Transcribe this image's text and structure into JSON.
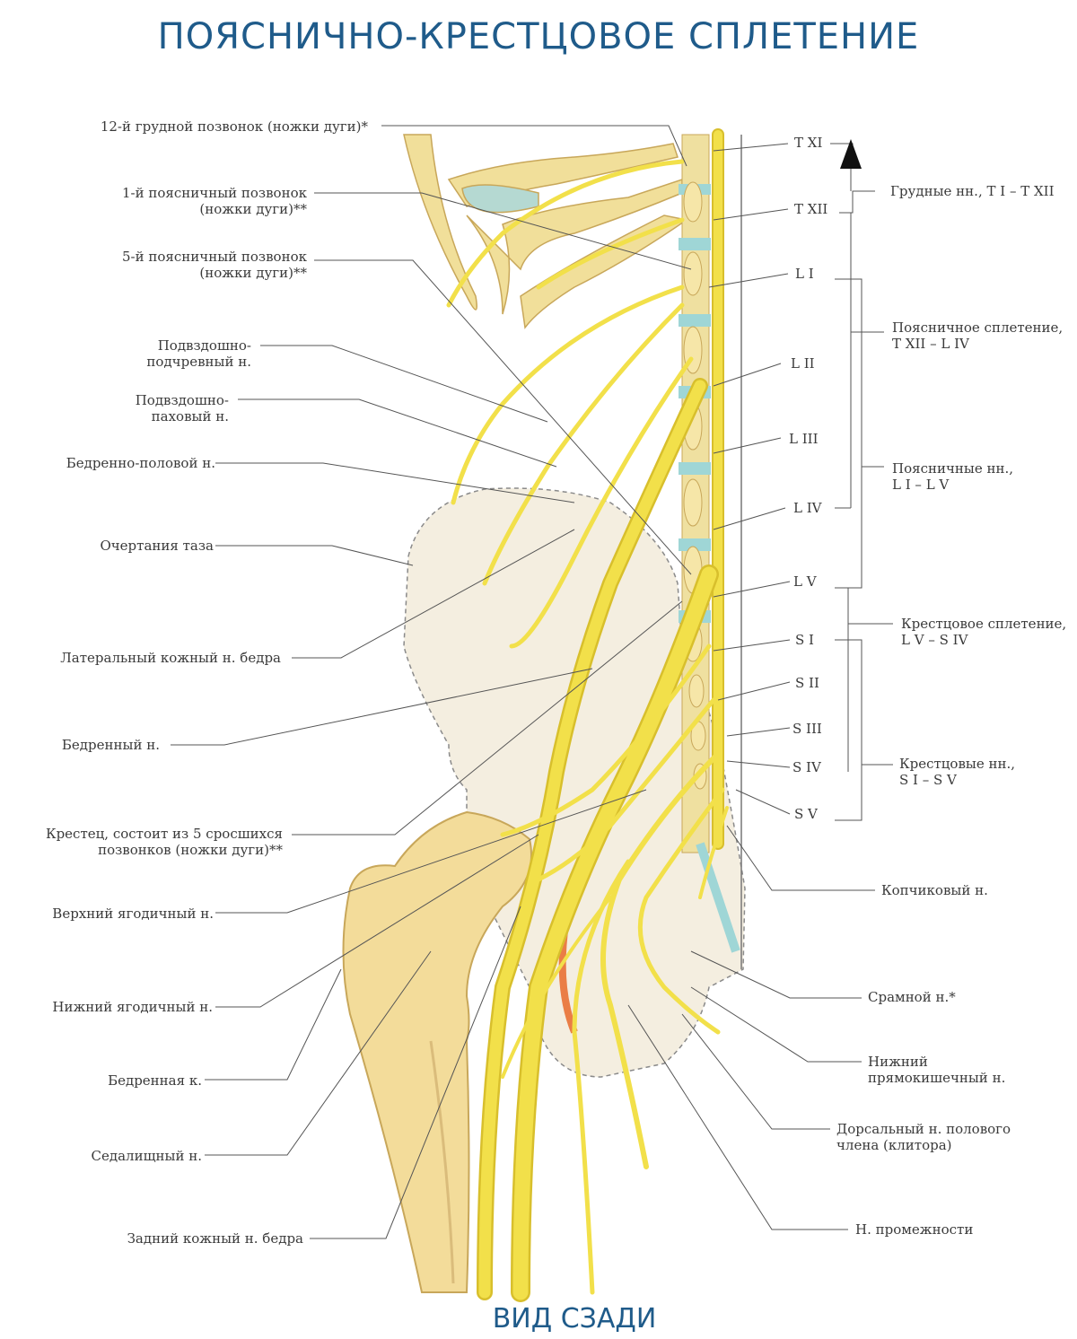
{
  "title": "ПОЯСНИЧНО-КРЕСТЦОВОЕ СПЛЕТЕНИЕ",
  "subtitle": "ВИД СЗАДИ",
  "left_labels": [
    [
      "12-й грудной позвонок (ножки дуги)*"
    ],
    [
      "1-й поясничный позвонок",
      "(ножки дуги)**"
    ],
    [
      "5-й поясничный позвонок",
      "(ножки дуги)**"
    ],
    [
      "Подвздошно-",
      "подчревный н."
    ],
    [
      "Подвздошно-",
      "паховый н."
    ],
    [
      "Бедренно-половой н."
    ],
    [
      "Очертания таза"
    ],
    [
      "Латеральный кожный н. бедра"
    ],
    [
      "Бедренный н."
    ],
    [
      "Крестец, состоит из 5 сросшихся",
      "позвонков (ножки дуги)**"
    ],
    [
      "Верхний ягодичный н."
    ],
    [
      "Нижний ягодичный н."
    ],
    [
      "Бедренная к."
    ],
    [
      "Седалищный н."
    ],
    [
      "Задний кожный н. бедра"
    ]
  ],
  "segments": [
    "T XI",
    "T XII",
    "L I",
    "L II",
    "L III",
    "L IV",
    "L V",
    "S I",
    "S II",
    "S III",
    "S IV",
    "S V"
  ],
  "groups": [
    [
      "Грудные нн., T I – T XII"
    ],
    [
      "Поясничное сплетение,",
      "T XII – L IV"
    ],
    [
      "Поясничные нн.,",
      "L I – L V"
    ],
    [
      "Крестцовое сплетение,",
      "L V – S IV"
    ],
    [
      "Крестцовые нн.,",
      "S I – S V"
    ]
  ],
  "right_labels": [
    [
      "Копчиковый н."
    ],
    [
      "Срамной н.*"
    ],
    [
      "Нижний",
      "прямокишечный н."
    ],
    [
      "Дорсальный н. полового",
      "члена (клитора)"
    ],
    [
      "Н. промежности"
    ]
  ],
  "colors": {
    "title": "#1f5b8a",
    "nerve": "#f2e04a",
    "nerve_dark": "#d8bf2c",
    "bone": "#f3dc9a",
    "pelvis": "#f4eee0",
    "disc": "#9fd6d6",
    "artery": "#e86a2a"
  }
}
